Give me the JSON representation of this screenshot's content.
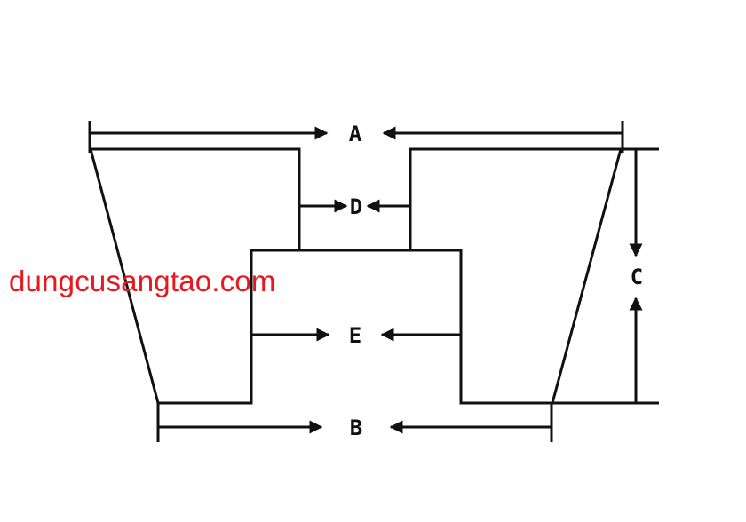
{
  "diagram": {
    "labels": {
      "a": "A",
      "b": "B",
      "c": "C",
      "d": "D",
      "e": "E"
    }
  },
  "watermark": {
    "text": "dungcusangtao.com"
  },
  "colors": {
    "line": "#111111",
    "watermark": "#e8181e",
    "background": "#ffffff"
  }
}
